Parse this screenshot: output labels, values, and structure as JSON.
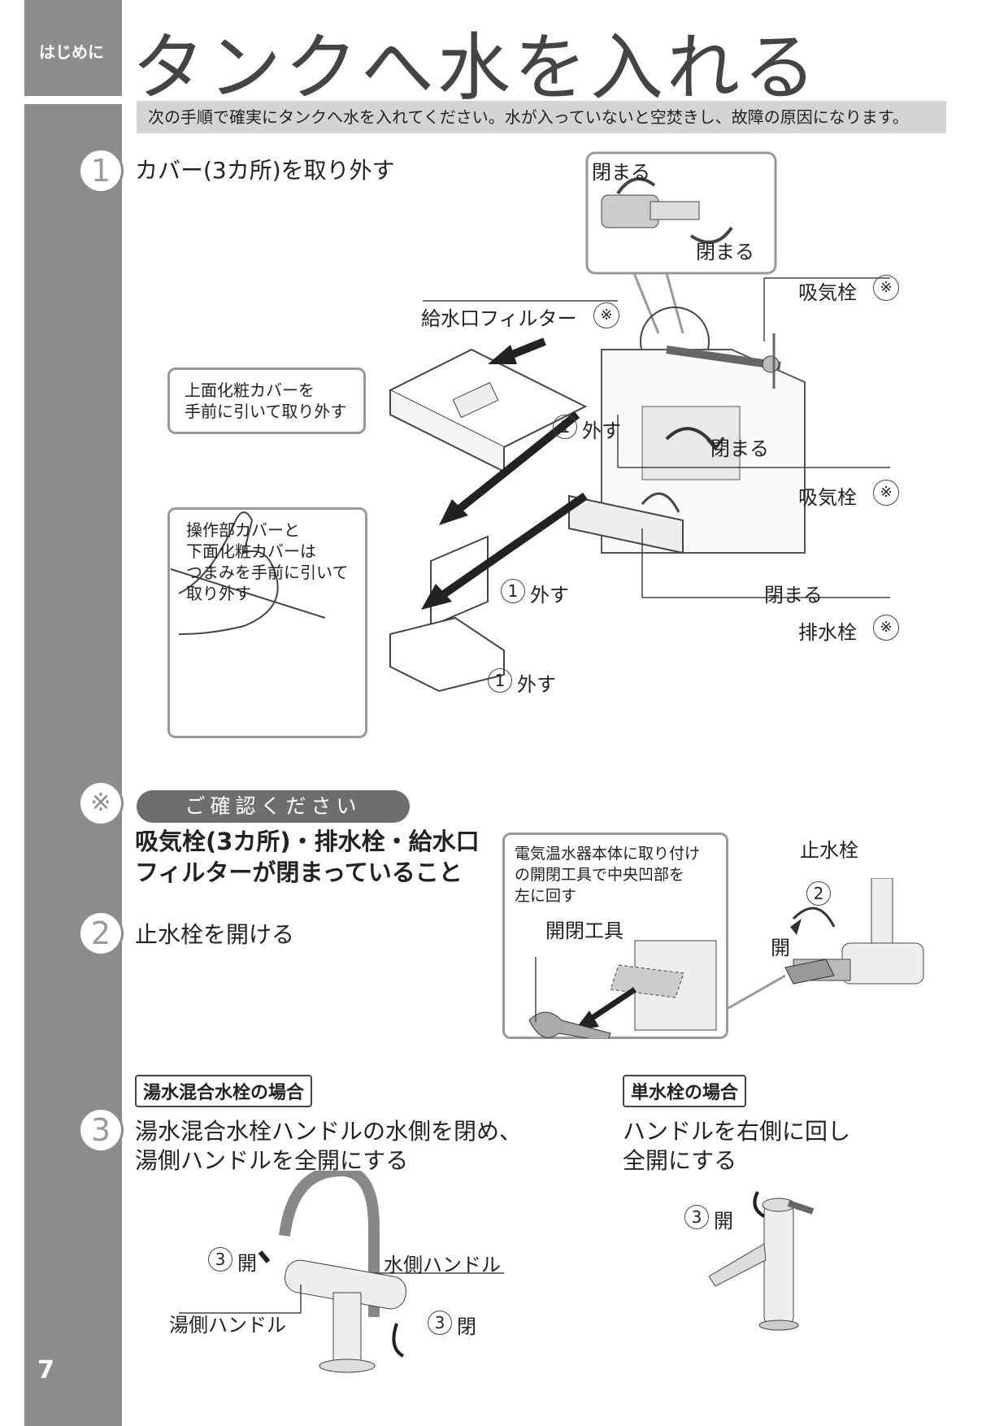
{
  "section_tab": "はじめに",
  "title": "タンクへ水を入れる",
  "notice": "次の手順で確実にタンクへ水を入れてください。水が入っていないと空焚きし、故障の原因になります。",
  "step1": {
    "number": "1",
    "heading": "カバー(3カ所)を取り外す",
    "note_top": "上面化粧カバーを\n手前に引いて取り外す",
    "note_bottom": "操作部カバーと\n下面化粧カバーは\nつまみを手前に引いて\n取り外す",
    "remove_label": "外す",
    "step_mark": "1",
    "close_label": "閉まる",
    "air_valve_label": "吸気栓",
    "filter_label": "給水口フィルター",
    "drain_label": "排水栓",
    "ref_mark": "※"
  },
  "confirm": {
    "mark": "※",
    "pill": "ご確認ください",
    "text_line1": "吸気栓(3カ所)・排水栓・給水口",
    "text_line2": "フィルターが閉まっていること"
  },
  "step2": {
    "number": "2",
    "heading": "止水栓を開ける",
    "note": "電気温水器本体に取り付け\nの開閉工具で中央凹部を\n左に回す",
    "tool_label": "開閉工具",
    "stop_valve_label": "止水栓",
    "open_label": "開",
    "step_mark": "2"
  },
  "step3": {
    "number": "3",
    "mixer_tag": "湯水混合水栓の場合",
    "mixer_line1": "湯水混合水栓ハンドルの水側を閉め、",
    "mixer_line2": "湯側ハンドルを全開にする",
    "single_tag": "単水栓の場合",
    "single_line1": "ハンドルを右側に回し",
    "single_line2": "全開にする",
    "step_mark": "3",
    "open_label": "開",
    "close_label": "閉",
    "water_handle": "水側ハンドル",
    "hot_handle": "湯側ハンドル"
  },
  "page_number": "7"
}
